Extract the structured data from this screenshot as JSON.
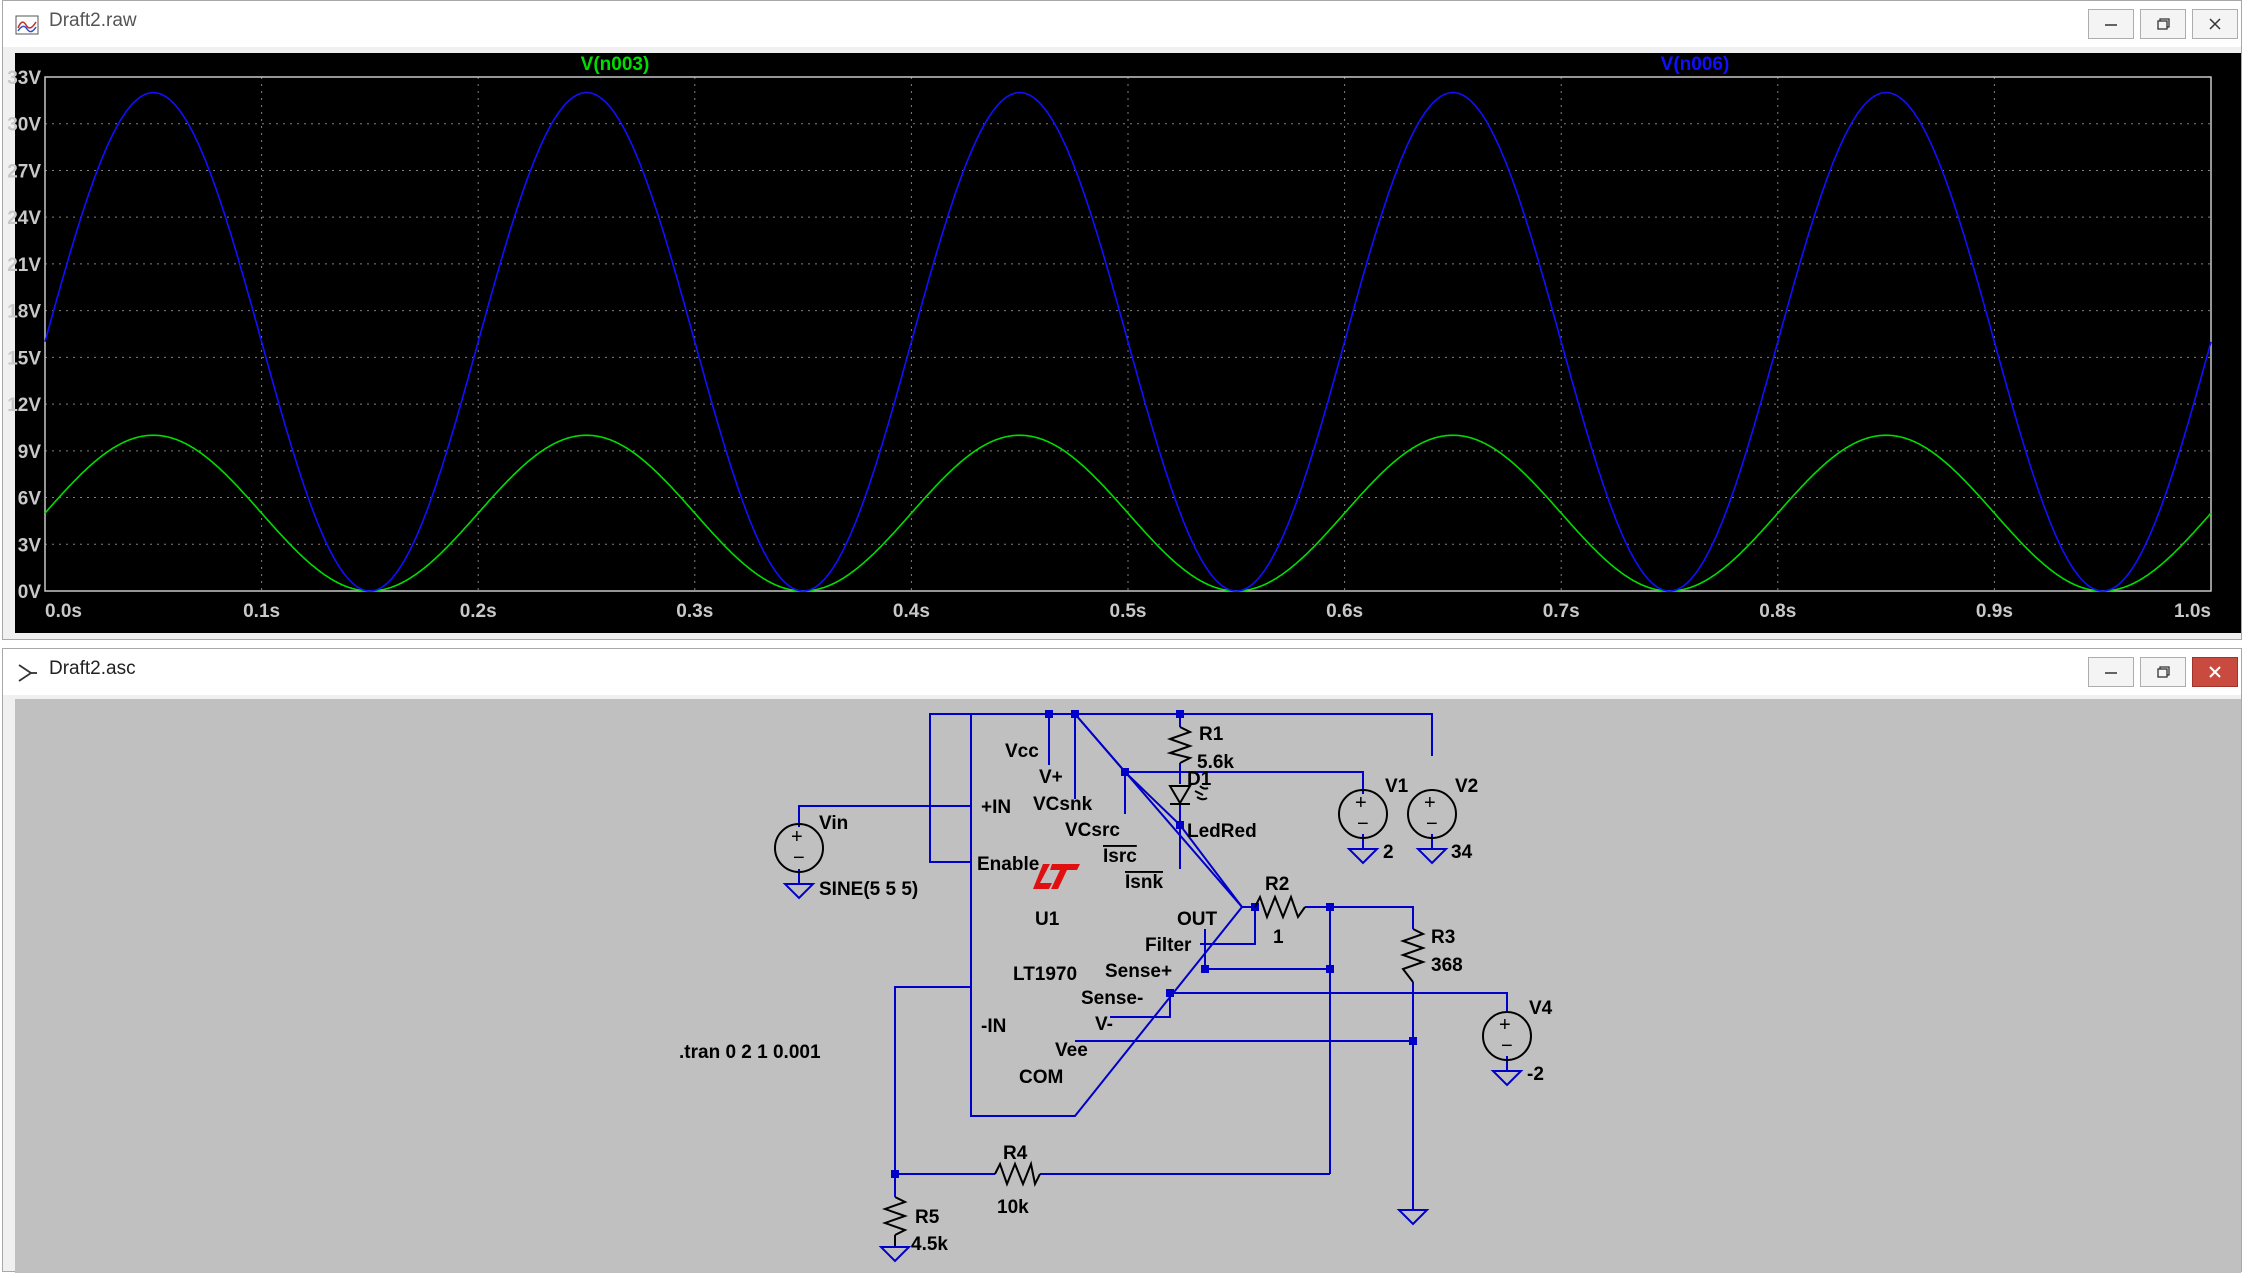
{
  "waveform_window": {
    "title": "Draft2.raw",
    "buttons": {
      "minimize": "minimize",
      "restore": "restore",
      "close": "close"
    }
  },
  "schematic_window": {
    "title": "Draft2.asc"
  },
  "chart_data": {
    "type": "line",
    "series": [
      {
        "name": "V(n003)",
        "color": "#00dd00",
        "formula": "5 + 5*sin(2*pi*5*t)",
        "x": [
          0.0,
          0.05,
          0.1,
          0.15,
          0.2,
          0.25,
          0.3,
          0.35,
          0.4,
          0.45,
          0.5,
          0.55,
          0.6,
          0.65,
          0.7,
          0.75,
          0.8,
          0.85,
          0.9,
          0.95,
          1.0
        ],
        "values": [
          5,
          10,
          5,
          0,
          5,
          10,
          5,
          0,
          5,
          10,
          5,
          0,
          5,
          10,
          5,
          0,
          5,
          10,
          5,
          0,
          5
        ]
      },
      {
        "name": "V(n006)",
        "color": "#1010ff",
        "formula": "16 + 16*sin(2*pi*5*t)",
        "x": [
          0.0,
          0.05,
          0.1,
          0.15,
          0.2,
          0.25,
          0.3,
          0.35,
          0.4,
          0.45,
          0.5,
          0.55,
          0.6,
          0.65,
          0.7,
          0.75,
          0.8,
          0.85,
          0.9,
          0.95,
          1.0
        ],
        "values": [
          16,
          32,
          16,
          0,
          16,
          32,
          16,
          0,
          16,
          32,
          16,
          0,
          16,
          32,
          16,
          0,
          16,
          32,
          16,
          0,
          16
        ]
      }
    ],
    "xlim": [
      0,
      1.0
    ],
    "ylim": [
      0,
      33
    ],
    "x_ticks": [
      "0.0s",
      "0.1s",
      "0.2s",
      "0.3s",
      "0.4s",
      "0.5s",
      "0.6s",
      "0.7s",
      "0.8s",
      "0.9s",
      "1.0s"
    ],
    "y_ticks": [
      "0V",
      "3V",
      "6V",
      "9V",
      "12V",
      "15V",
      "18V",
      "21V",
      "24V",
      "27V",
      "30V",
      "33V"
    ],
    "grid": true,
    "legend": "top"
  },
  "schematic": {
    "labels": {
      "vcc": "Vcc",
      "vplus": "V+",
      "vcsnk": "VCsnk",
      "vcsrc": "VCsrc",
      "isrc": "Isrc",
      "isnk": "Isnk",
      "plus_in": "+IN",
      "enable": "Enable",
      "u1": "U1",
      "part": "LT1970",
      "out": "OUT",
      "filter": "Filter",
      "sense_plus": "Sense+",
      "sense_minus": "Sense-",
      "vminus": "V-",
      "vee": "Vee",
      "com": "COM",
      "minus_in": "-IN"
    },
    "components": {
      "r1_name": "R1",
      "r1_value": "5.6k",
      "d1_name": "D1",
      "d1_value": "LedRed",
      "v1_name": "V1",
      "v1_value": "2",
      "v2_name": "V2",
      "v2_value": "34",
      "vin_name": "Vin",
      "vin_value": "SINE(5 5 5)",
      "r2_name": "R2",
      "r2_value": "1",
      "r3_name": "R3",
      "r3_value": "368",
      "v4_name": "V4",
      "v4_value": "-2",
      "r4_name": "R4",
      "r4_value": "10k",
      "r5_name": "R5",
      "r5_value": "4.5k"
    },
    "directive": ".tran 0 2 1 0.001",
    "wire_color": "#0000c8"
  }
}
